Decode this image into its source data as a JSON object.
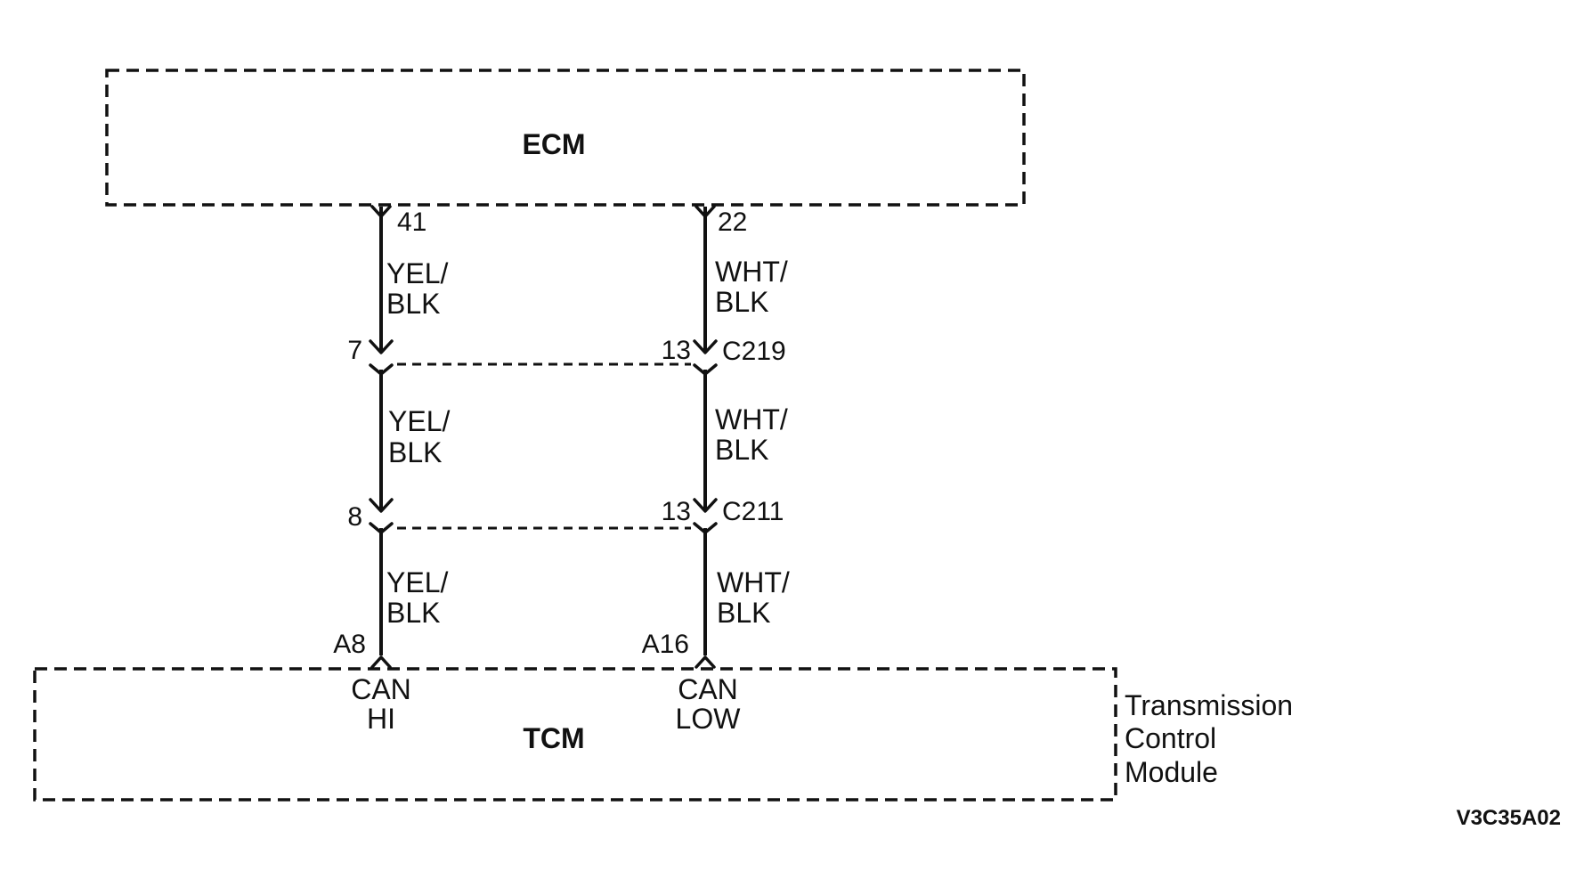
{
  "ecm": {
    "label": "ECM"
  },
  "tcm": {
    "label": "TCM",
    "description": [
      "Transmission",
      "Control",
      "Module"
    ]
  },
  "ecm_pins": {
    "left": "41",
    "right": "22"
  },
  "wire_colors": {
    "left": [
      "YEL/",
      "BLK"
    ],
    "left_mid": [
      "YEL/",
      "BLK"
    ],
    "right": [
      "WHT/",
      "BLK"
    ]
  },
  "connectors": [
    {
      "name": "C219",
      "left_pin": "7",
      "right_pin": "13"
    },
    {
      "name": "C211",
      "left_pin": "8",
      "right_pin": "13"
    }
  ],
  "tcm_pins": {
    "left": {
      "pin": "A8",
      "signal": [
        "CAN",
        "HI"
      ]
    },
    "right": {
      "pin": "A16",
      "signal": [
        "CAN",
        "LOW"
      ]
    }
  },
  "figure_id": "V3C35A02"
}
